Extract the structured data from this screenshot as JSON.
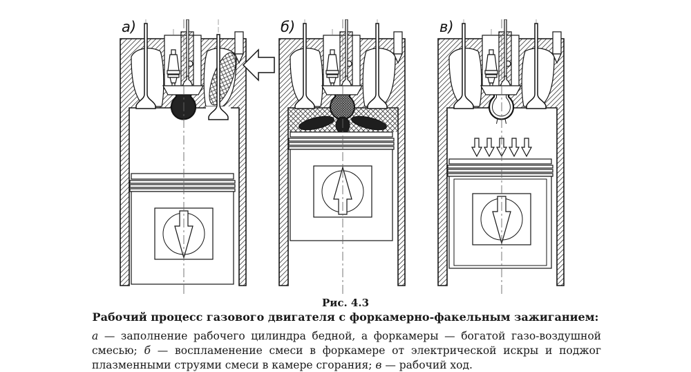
{
  "page": {
    "background": "#ffffff",
    "ink": "#1a1a1a"
  },
  "figure": {
    "panels": [
      {
        "label": "а)"
      },
      {
        "label": "б)"
      },
      {
        "label": "в)"
      }
    ],
    "caption": {
      "number": "Рис. 4.3",
      "title": "Рабочий процесс газового двигателя с форкамерно-факельным зажиганием:",
      "legend": [
        {
          "marker": "а",
          "text": " — заполнение рабочего цилиндра бедной, а форкамеры — богатой газо-воздушной смесью; "
        },
        {
          "marker": "б",
          "text": " — воспламенение смеси в форкамере от электрической искры и поджог плазменными струями смеси в камере сгорания; "
        },
        {
          "marker": "в",
          "text": " — рабочий ход."
        }
      ]
    }
  }
}
